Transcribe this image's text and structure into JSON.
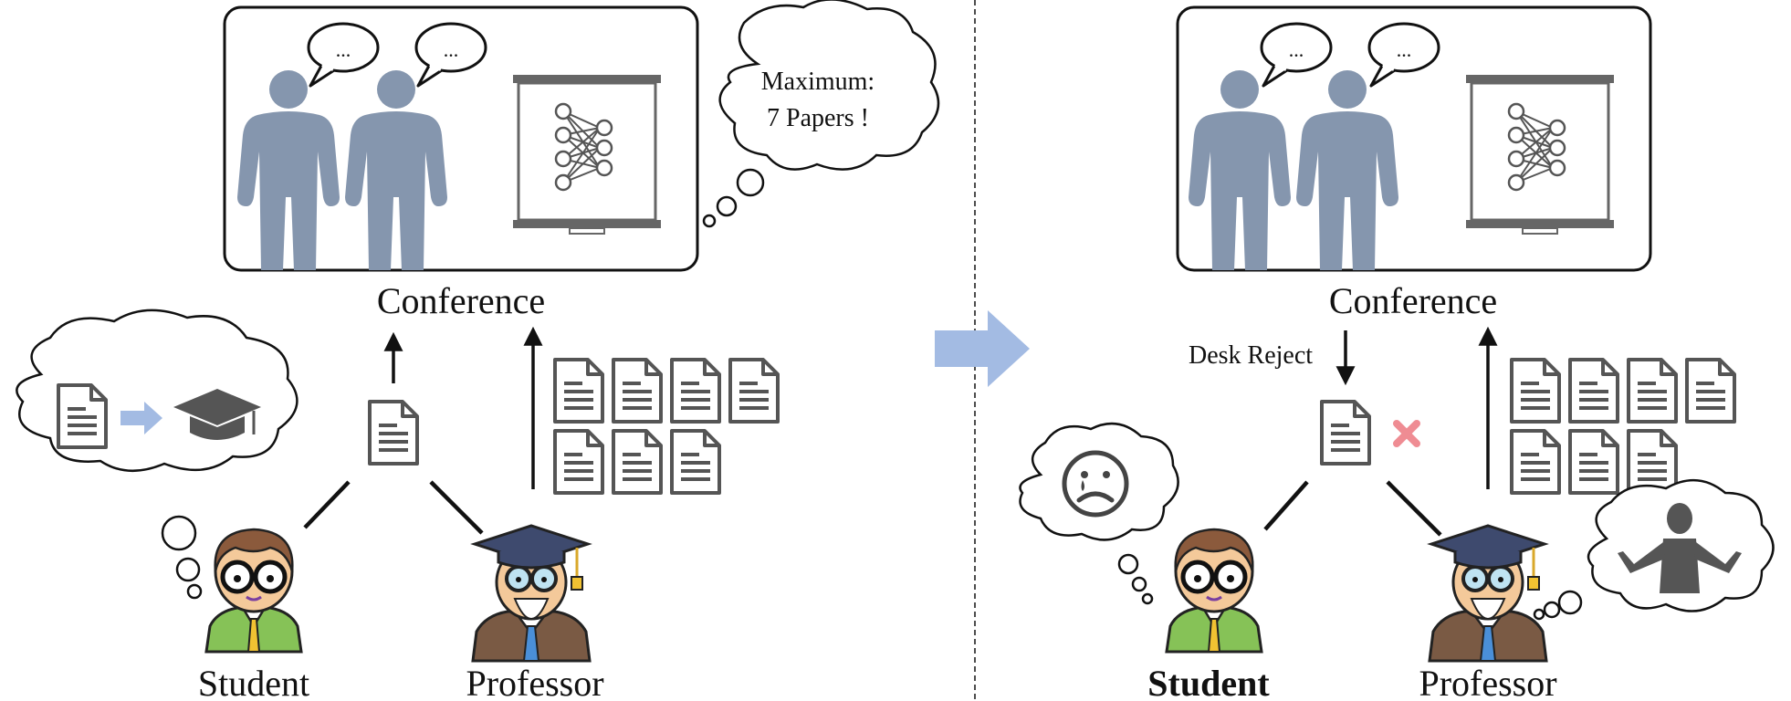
{
  "left_panel": {
    "conference_label": "Conference",
    "bubble_line1": "Maximum:",
    "bubble_line2": "7 Papers !",
    "student_label": "Student",
    "professor_label": "Professor",
    "speech_left": "...",
    "speech_right": "...",
    "professor_paper_count": 7
  },
  "right_panel": {
    "conference_label": "Conference",
    "desk_reject_label": "Desk Reject",
    "student_label": "Student",
    "professor_label": "Professor",
    "speech_left": "...",
    "speech_right": "...",
    "professor_paper_count": 7
  },
  "icons": {
    "person": "person-silhouette-icon",
    "screen": "neural-network-screen-icon",
    "paper": "document-icon",
    "cap": "graduation-cap-icon",
    "reject": "x-mark-icon",
    "sad": "sad-face-icon",
    "shrug": "shrug-icon",
    "transition": "right-arrow-icon"
  },
  "colors": {
    "person": "#8596AE",
    "doc": "#555555",
    "arrow_blue": "#A3BBE3",
    "reject": "#EF8C93",
    "ink": "#111111"
  }
}
